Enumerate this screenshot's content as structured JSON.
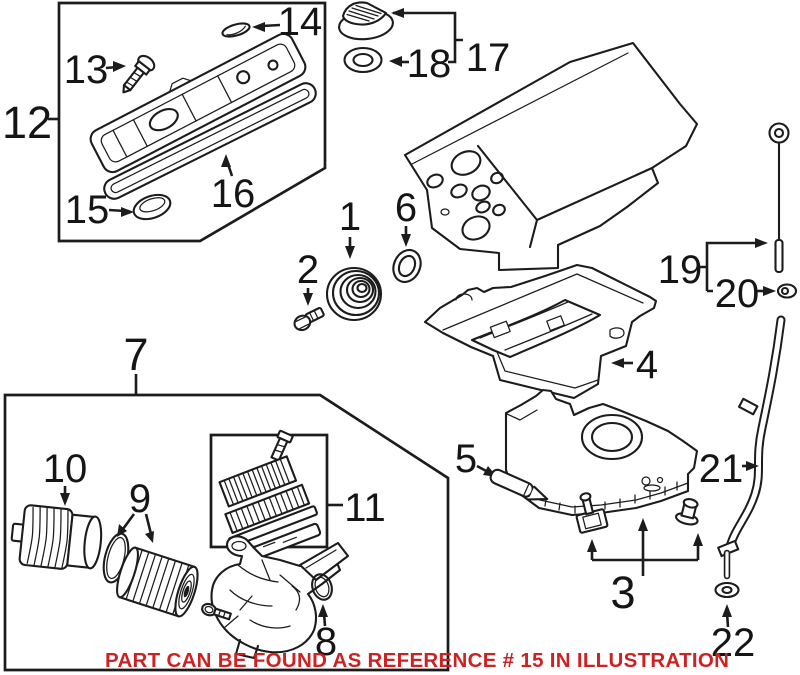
{
  "diagram": {
    "note": "PART CAN BE FOUND AS REFERENCE # 15 IN ILLUSTRATION",
    "colors": {
      "line": "#1c1c1c",
      "note": "#ce2121",
      "background": "#ffffff"
    },
    "callouts": {
      "c1": "1",
      "c2": "2",
      "c3": "3",
      "c4": "4",
      "c5": "5",
      "c6": "6",
      "c7": "7",
      "c8": "8",
      "c9": "9",
      "c10": "10",
      "c11": "11",
      "c12": "12",
      "c13": "13",
      "c14": "14",
      "c15": "15",
      "c16": "16",
      "c17": "17",
      "c18": "18",
      "c19": "19",
      "c20": "20",
      "c21": "21",
      "c22": "22"
    }
  }
}
